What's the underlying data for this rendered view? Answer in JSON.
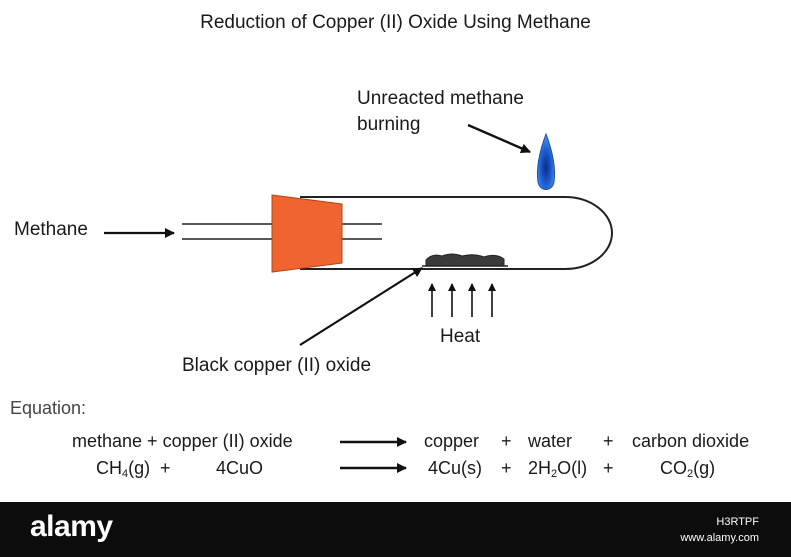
{
  "title": "Reduction of Copper (II) Oxide Using Methane",
  "labels": {
    "methane": "Methane",
    "unreacted_line1": "Unreacted methane",
    "unreacted_line2": "burning",
    "black_oxide": "Black copper (II) oxide",
    "heat": "Heat"
  },
  "equation": {
    "heading": "Equation:",
    "words": {
      "reactants": "methane + copper (II) oxide",
      "p1": "copper",
      "plus1": "+",
      "p2": "water",
      "plus2": "+",
      "p3": "carbon dioxide"
    },
    "formula": {
      "r1_pre": "CH",
      "r1_sub": "4",
      "r1_post": "(g)",
      "plus_r": "+",
      "r2": "4CuO",
      "p1": "4Cu(s)",
      "plus1": "+",
      "p2_pre": "2H",
      "p2_sub": "2",
      "p2_post": "O(l)",
      "plus2": "+",
      "p3_pre": "CO",
      "p3_sub": "2",
      "p3_post": "(g)"
    }
  },
  "footer": {
    "brand": "alamy",
    "image_id": "H3RTPF",
    "site": "www.alamy.com"
  },
  "colors": {
    "stopper": "#f06430",
    "flame_outer": "#2b7fe0",
    "flame_inner": "#0b2a8a",
    "oxide": "#3a3a3a",
    "footer_bg": "#0c0c0c"
  }
}
